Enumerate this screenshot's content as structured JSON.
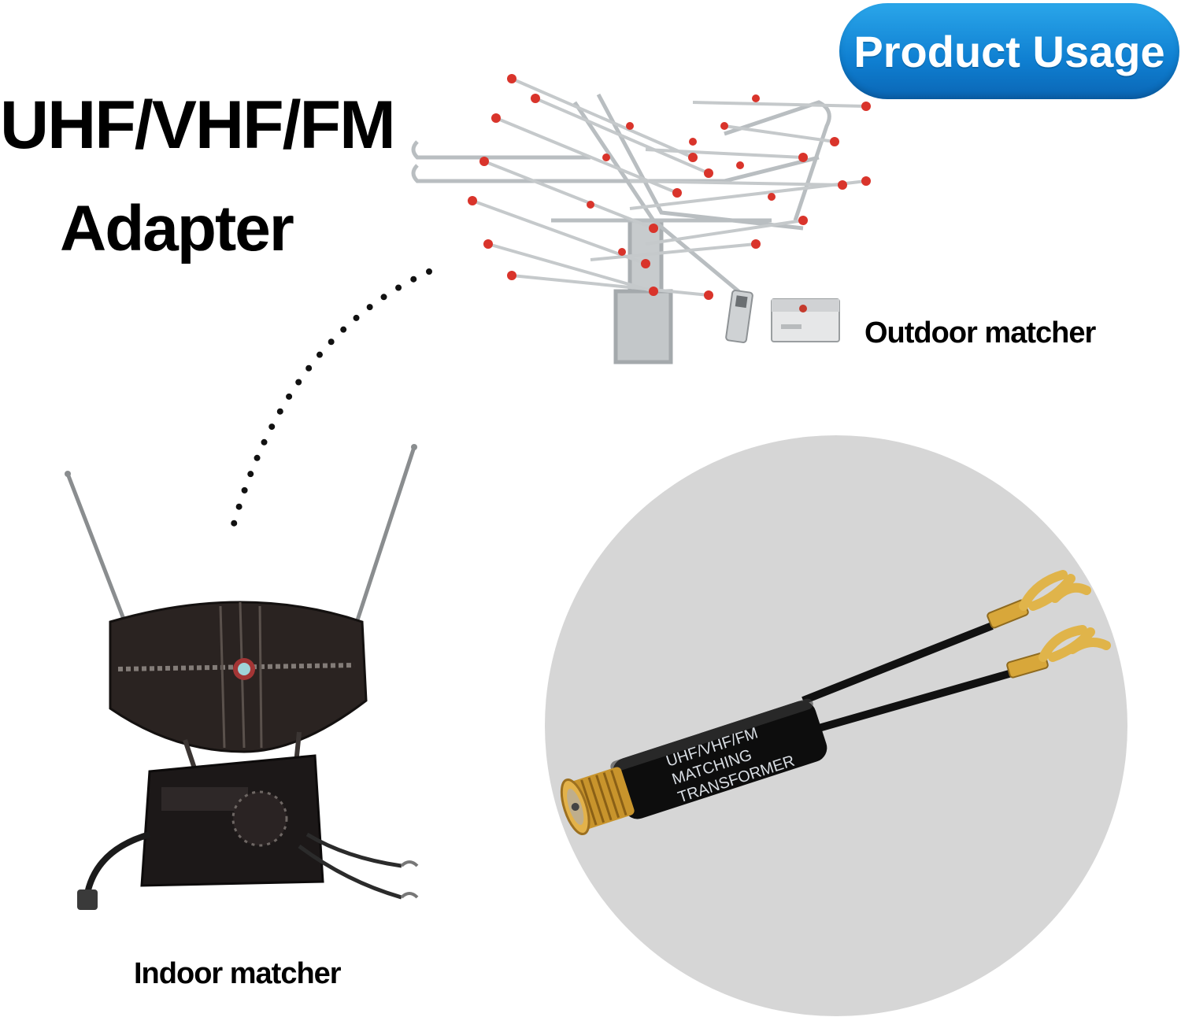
{
  "badge": {
    "label": "Product Usage"
  },
  "title": {
    "line1": "UHF/VHF/FM",
    "line2": "Adapter"
  },
  "labels": {
    "outdoor": "Outdoor matcher",
    "indoor": "Indoor matcher"
  },
  "product": {
    "print_line1": "UHF/VHF/FM",
    "print_line2": "MATCHING",
    "print_line3": "TRANSFORMER"
  },
  "colors": {
    "badge_blue": "#0f7fd1",
    "circle_gray": "#d6d6d6",
    "brass": "#d8a73a",
    "antenna_red": "#d9342b"
  }
}
